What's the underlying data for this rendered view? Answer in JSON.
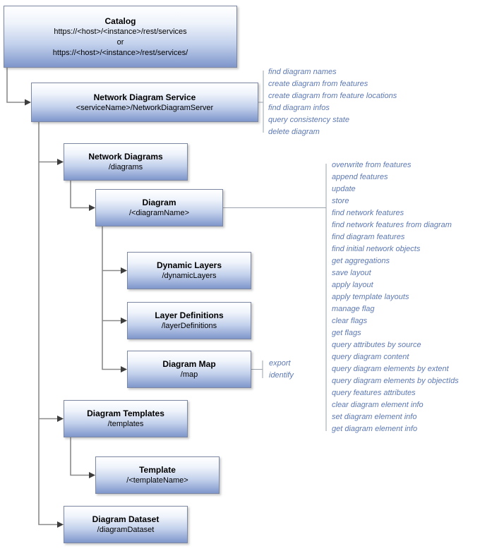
{
  "boxes": {
    "catalog": {
      "title": "Catalog",
      "url_line1": "https://<host>/<instance>/rest/services",
      "or_label": "or",
      "url_line2": "https://<host>/<instance>/rest/services/"
    },
    "network_diagram_service": {
      "title": "Network Diagram Service",
      "path": "<serviceName>/NetworkDiagramServer"
    },
    "network_diagrams": {
      "title": "Network Diagrams",
      "path": "/diagrams"
    },
    "diagram": {
      "title": "Diagram",
      "path": "/<diagramName>"
    },
    "dynamic_layers": {
      "title": "Dynamic Layers",
      "path": "/dynamicLayers"
    },
    "layer_definitions": {
      "title": "Layer Definitions",
      "path": "/layerDefinitions"
    },
    "diagram_map": {
      "title": "Diagram Map",
      "path": "/map"
    },
    "diagram_templates": {
      "title": "Diagram Templates",
      "path": "/templates"
    },
    "template": {
      "title": "Template",
      "path": "/<templateName>"
    },
    "diagram_dataset": {
      "title": "Diagram Dataset",
      "path": "/diagramDataset"
    }
  },
  "operations": {
    "network_diagram_service": [
      "find diagram names",
      "create diagram from features",
      "create diagram from feature locations",
      "find diagram infos",
      "query consistency state",
      "delete diagram"
    ],
    "diagram": [
      "overwrite from features",
      "append features",
      "update",
      "store",
      "find network features",
      "find network features from diagram",
      "find diagram features",
      "find initial network objects",
      "get aggregations",
      "save layout",
      "apply layout",
      "apply template layouts",
      "manage flag",
      "clear flags",
      "get flags",
      "query attributes by source",
      "query diagram content",
      "query diagram elements by extent",
      "query diagram elements by objectIds",
      "query features attributes",
      "clear diagram element info",
      "set diagram element info",
      "get diagram element info"
    ],
    "diagram_map": [
      "export",
      "identify"
    ]
  },
  "colors": {
    "background": "#ffffff",
    "box_gradient_top": "#ffffff",
    "box_gradient_bottom": "#7e96cb",
    "box_border": "#7c88a3",
    "operation_text": "#5d79b4",
    "connector_line": "#8a8a8a",
    "arrowhead": "#3d3d3d"
  }
}
